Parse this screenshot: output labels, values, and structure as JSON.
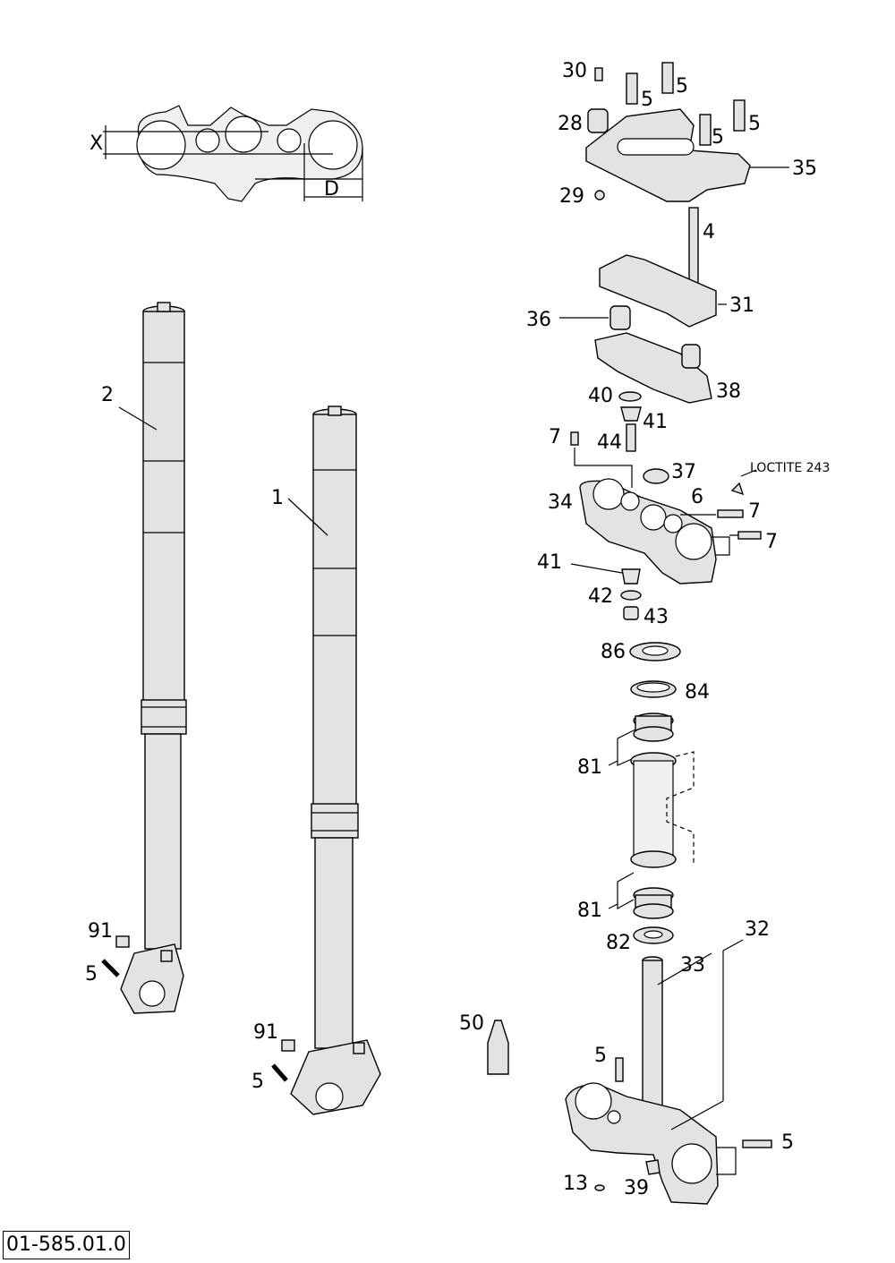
{
  "drawing_number": "01-585.01.0",
  "note": "LOCTITE 243",
  "dimensions": {
    "x": "X",
    "d": "D"
  },
  "labels": {
    "p30": "30",
    "p5a": "5",
    "p5b": "5",
    "p5c": "5",
    "p28": "28",
    "p35": "35",
    "p29": "29",
    "p4": "4",
    "p31": "31",
    "p36": "36",
    "p38": "38",
    "p40": "40",
    "p41a": "41",
    "p44": "44",
    "p7a": "7",
    "p37": "37",
    "p34": "34",
    "p6": "6",
    "p7b": "7",
    "p7c": "7",
    "p41b": "41",
    "p42": "42",
    "p43": "43",
    "p86": "86",
    "p84": "84",
    "p81a": "81",
    "p81b": "81",
    "p82": "82",
    "p32": "32",
    "p33": "33",
    "p50": "50",
    "p5d": "5",
    "p5e": "5",
    "p13": "13",
    "p39": "39",
    "p2": "2",
    "p1": "1",
    "p91a": "91",
    "p5f": "5",
    "p91b": "91",
    "p5g": "5"
  }
}
